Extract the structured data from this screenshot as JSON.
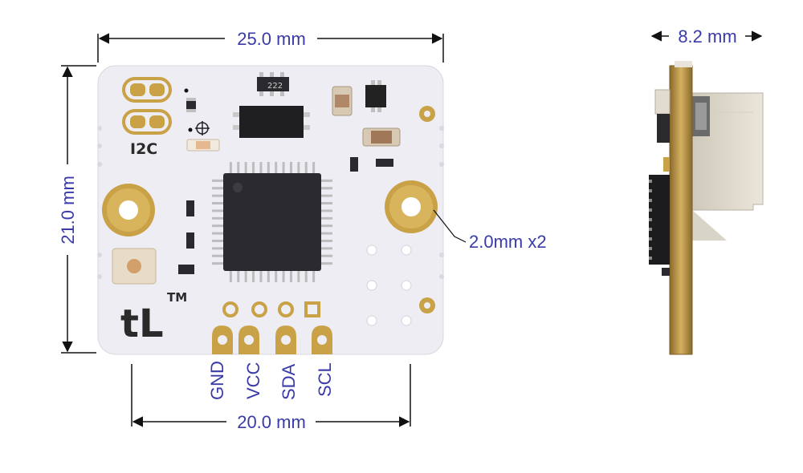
{
  "dimensions": {
    "board_width": "25.0 mm",
    "board_height": "21.0 mm",
    "pin_span": "20.0 mm",
    "thickness": "8.2 mm",
    "hole_callout": "2.0mm x2"
  },
  "pin_labels": [
    "GND",
    "VCC",
    "SDA",
    "SCL"
  ],
  "silkscreen": {
    "bus_label": "I2C",
    "logo_text": "tL",
    "trademark": "TM",
    "part_marking": "222"
  },
  "colors": {
    "board": "#eeedf3",
    "gold": "#c9a248",
    "dimension": "#3a3aa8",
    "chip": "#2a2a2e"
  }
}
